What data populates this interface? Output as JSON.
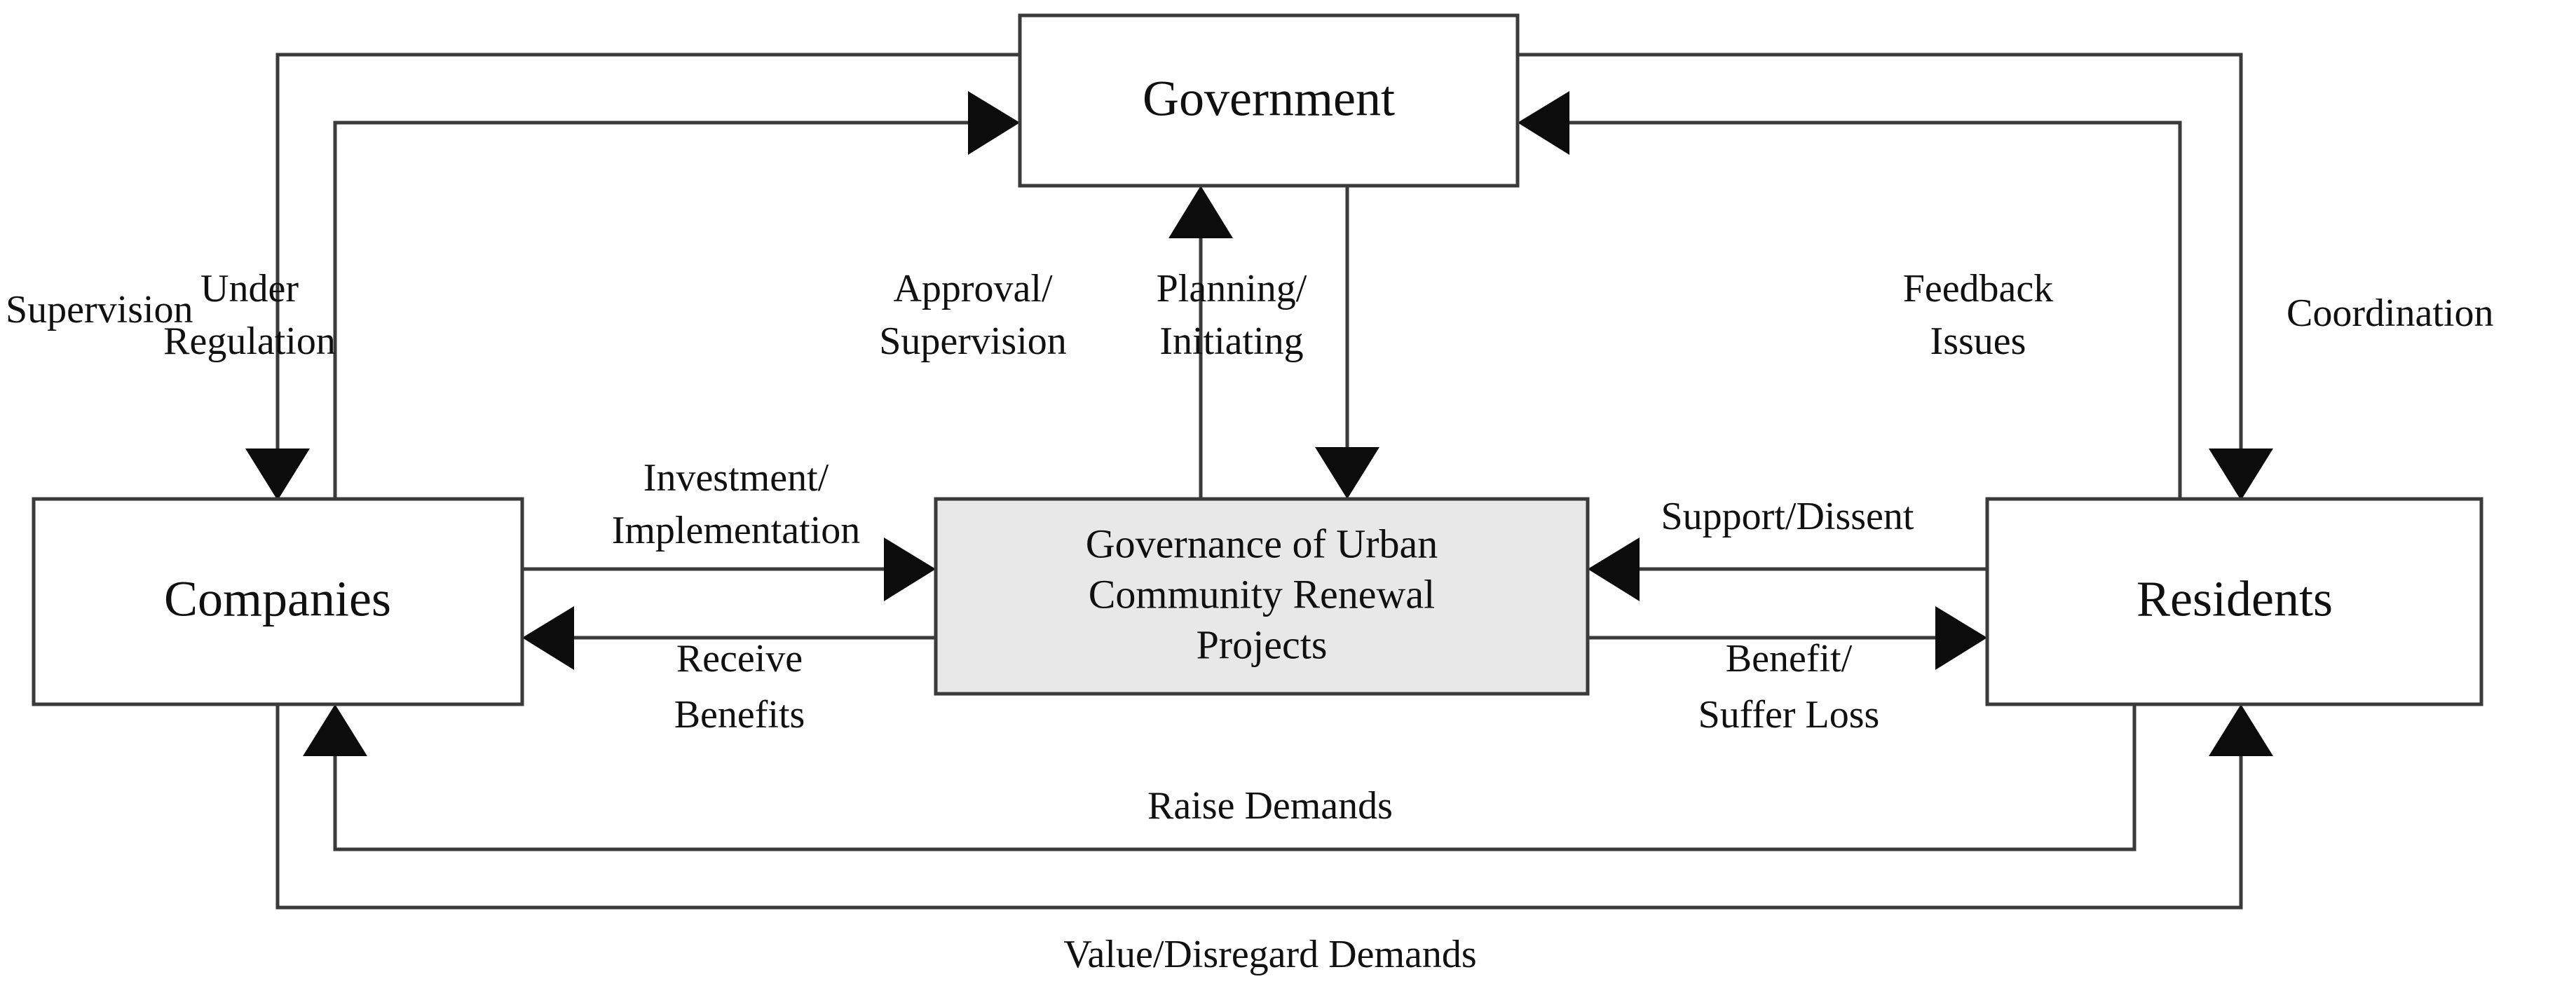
{
  "diagram": {
    "title": "Governance of Urban Community Renewal Projects stakeholder interaction diagram",
    "colors": {
      "line": "#3a3a3a",
      "arrow": "#0c0c0c",
      "node_fill": "#ffffff",
      "center_node_fill": "#e8e8e8",
      "text": "#101010",
      "background": "#ffffff"
    },
    "nodes": [
      {
        "id": "government",
        "label": "Government",
        "shaded": false
      },
      {
        "id": "companies",
        "label": "Companies",
        "shaded": false
      },
      {
        "id": "residents",
        "label": "Residents",
        "shaded": false
      },
      {
        "id": "center",
        "label_line1": "Governance  of Urban",
        "label_line2": "Community  Renewal",
        "label_line3": "Projects",
        "shaded": true
      }
    ],
    "edges": [
      {
        "id": "supervision",
        "from": "government",
        "to": "companies",
        "label_line1": "Supervision",
        "label_line2": ""
      },
      {
        "id": "under-regulation",
        "from": "companies",
        "to": "government",
        "label_line1": "Under",
        "label_line2": "Regulation"
      },
      {
        "id": "approval-supervision",
        "from": "center",
        "to": "government",
        "label_line1": "Approval/",
        "label_line2": "Supervision"
      },
      {
        "id": "planning-initiating",
        "from": "government",
        "to": "center",
        "label_line1": "Planning/",
        "label_line2": "Initiating"
      },
      {
        "id": "feedback-issues",
        "from": "residents",
        "to": "government",
        "label_line1": "Feedback",
        "label_line2": "Issues"
      },
      {
        "id": "coordination",
        "from": "government",
        "to": "residents",
        "label_line1": "Coordination",
        "label_line2": ""
      },
      {
        "id": "investment-implementation",
        "from": "companies",
        "to": "center",
        "label_line1": "Investment/",
        "label_line2": "Implementation"
      },
      {
        "id": "receive-benefits",
        "from": "center",
        "to": "companies",
        "label_line1": "Receive",
        "label_line2": "Benefits"
      },
      {
        "id": "support-dissent",
        "from": "residents",
        "to": "center",
        "label_line1": "Support/Dissent",
        "label_line2": ""
      },
      {
        "id": "benefit-suffer-loss",
        "from": "center",
        "to": "residents",
        "label_line1": "Benefit/",
        "label_line2": "Suffer Loss"
      },
      {
        "id": "raise-demands",
        "from": "residents",
        "to": "companies",
        "label_line1": "Raise Demands",
        "label_line2": ""
      },
      {
        "id": "value-disregard-demands",
        "from": "companies",
        "to": "residents",
        "label_line1": "Value/Disregard Demands",
        "label_line2": ""
      }
    ]
  }
}
